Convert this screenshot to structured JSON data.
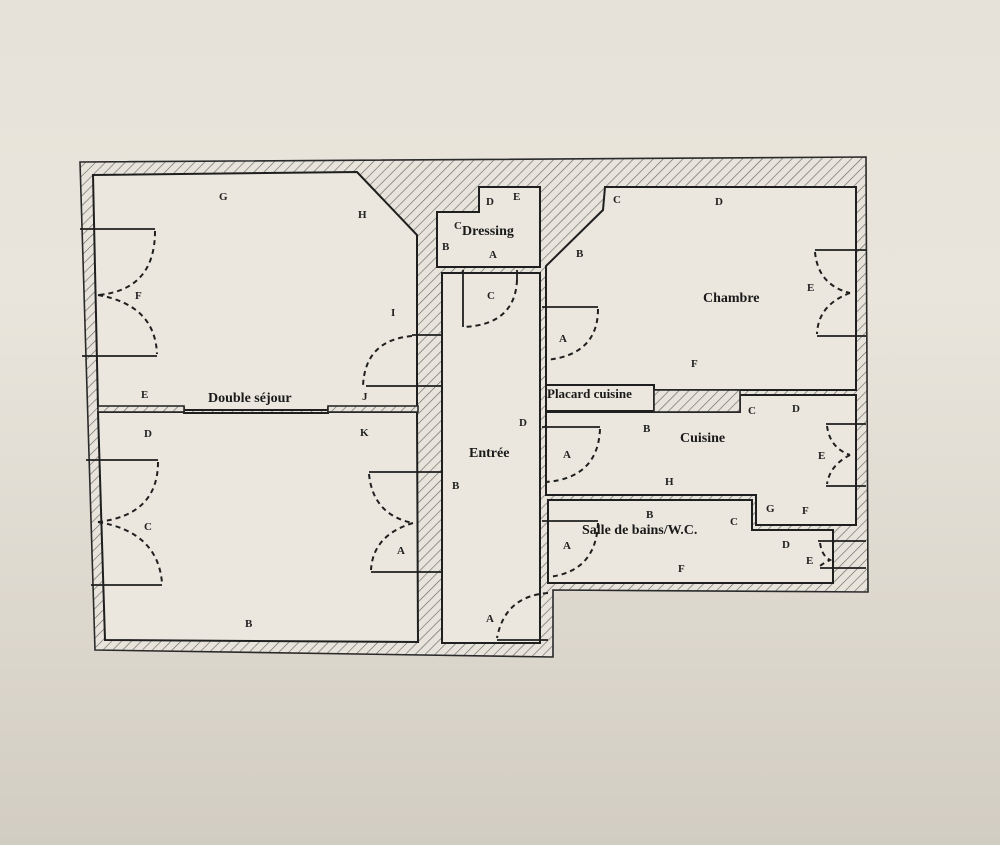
{
  "document": {
    "type": "floor-plan",
    "colors": {
      "background": "#e6e2d9",
      "room_fill": "#ebe7de",
      "line": "#1f1f1f",
      "hatch": "#6a6a6a"
    }
  },
  "rooms": {
    "sejour": {
      "name": "Double séjour",
      "walls": [
        "G",
        "H",
        "I",
        "J",
        "K",
        "F",
        "E",
        "D",
        "C",
        "B",
        "A"
      ]
    },
    "dressing": {
      "name": "Dressing",
      "walls": [
        "A",
        "B",
        "C",
        "D",
        "E"
      ]
    },
    "entree": {
      "name": "Entrée",
      "walls": [
        "A",
        "B",
        "C",
        "D"
      ]
    },
    "chambre": {
      "name": "Chambre",
      "walls": [
        "A",
        "B",
        "C",
        "D",
        "E",
        "F"
      ]
    },
    "placard": {
      "name": "Placard cuisine"
    },
    "cuisine": {
      "name": "Cuisine",
      "walls": [
        "A",
        "B",
        "C",
        "D",
        "E",
        "F",
        "G",
        "H"
      ]
    },
    "sdb": {
      "name": "Salle de bains/W.C.",
      "walls": [
        "A",
        "B",
        "C",
        "D",
        "E",
        "F"
      ]
    }
  },
  "labels": {
    "sejour_g": "G",
    "sejour_h": "H",
    "sejour_i": "I",
    "sejour_j": "J",
    "sejour_k": "K",
    "sejour_f": "F",
    "sejour_e": "E",
    "sejour_d": "D",
    "sejour_c": "C",
    "sejour_b": "B",
    "sejour_a": "A",
    "dressing_a": "A",
    "dressing_b": "B",
    "dressing_c": "C",
    "dressing_d": "D",
    "dressing_e": "E",
    "entree_a": "A",
    "entree_b": "B",
    "entree_c": "C",
    "entree_d": "D",
    "chambre_a": "A",
    "chambre_b": "B",
    "chambre_c": "C",
    "chambre_d": "D",
    "chambre_e": "E",
    "chambre_f": "F",
    "cuisine_a": "A",
    "cuisine_b": "B",
    "cuisine_c": "C",
    "cuisine_d": "D",
    "cuisine_e": "E",
    "cuisine_f": "F",
    "cuisine_g": "G",
    "cuisine_h": "H",
    "sdb_a": "A",
    "sdb_b": "B",
    "sdb_c": "C",
    "sdb_d": "D",
    "sdb_e": "E",
    "sdb_f": "F"
  }
}
